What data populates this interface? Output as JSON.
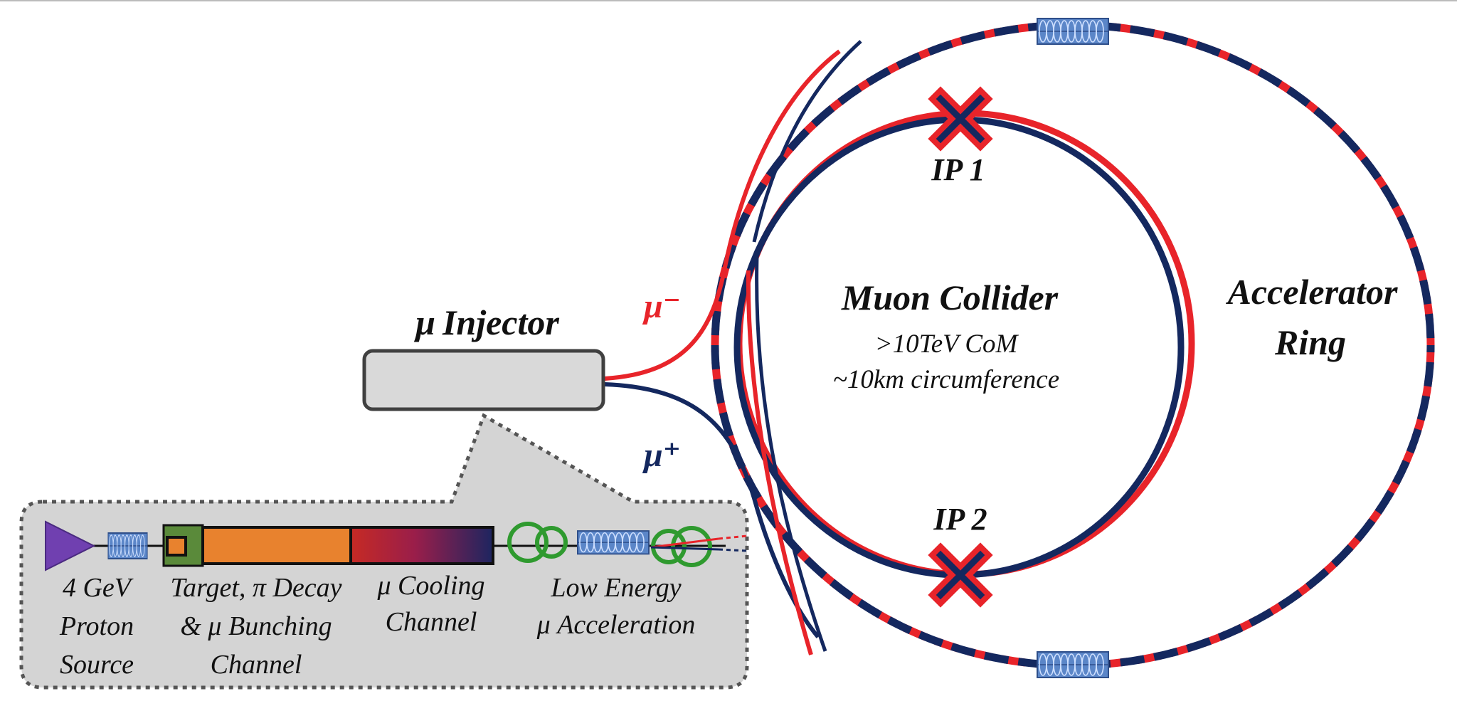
{
  "labels": {
    "collider_title": "Muon Collider",
    "collider_energy": ">10TeV CoM",
    "collider_circumference": "~10km circumference",
    "ip1": "IP 1",
    "ip2": "IP 2",
    "accelerator_line1": "Accelerator",
    "accelerator_line2": "Ring",
    "injector_mu": "μ",
    "injector_word": "Injector",
    "mu_minus": "μ⁻",
    "mu_plus": "μ⁺"
  },
  "injector_chain": [
    {
      "lines": [
        "4 GeV",
        "Proton",
        "Source"
      ]
    },
    {
      "lines": [
        "Target, π Decay",
        "& μ Bunching",
        "Channel"
      ]
    },
    {
      "lines": [
        "μ Cooling",
        "Channel"
      ]
    },
    {
      "lines": [
        "Low Energy",
        "μ Acceleration"
      ]
    }
  ],
  "colors": {
    "mu_minus_red": "#e8242a",
    "mu_plus_navy": "#14285f",
    "magnet_blue": "#5b86c8",
    "magnet_outline": "#2f4f8a",
    "panel_gray": "#d4d4d4",
    "injector_box_gray": "#d9d9d9",
    "target_green": "#5a8a3a",
    "target_orange": "#e8822e",
    "proton_purple": "#7040b0",
    "rf_green": "#2f9a2f"
  },
  "icons": {
    "ip_marker": "x-cross-icon",
    "magnet": "solenoid-coil-icon",
    "proton_source": "triangle-icon",
    "rf_cavity": "loop-icon"
  }
}
